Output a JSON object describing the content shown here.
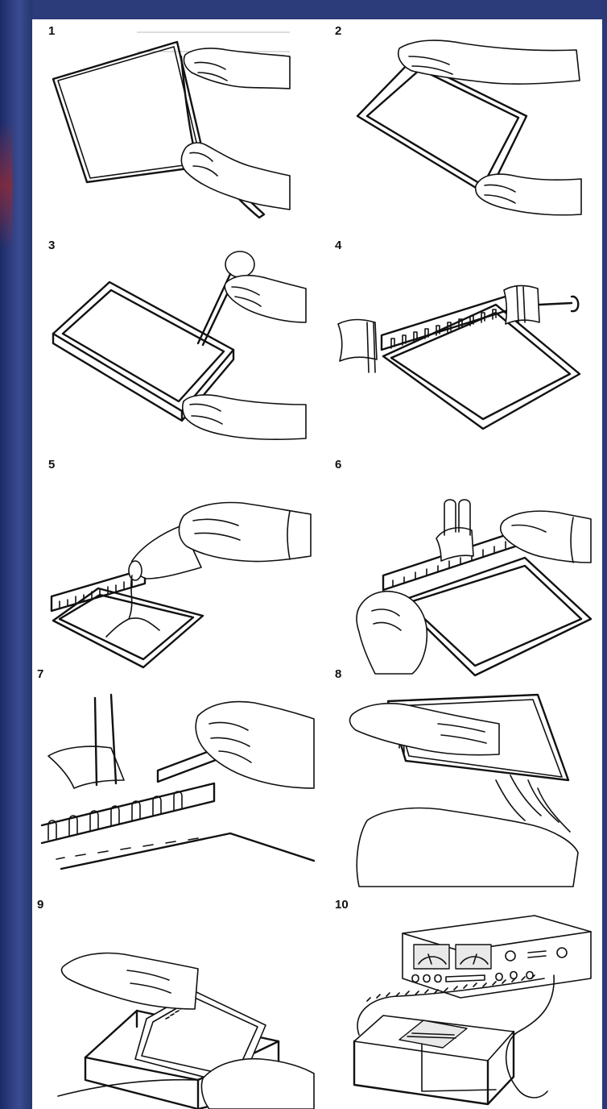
{
  "panels": [
    {
      "number": "1"
    },
    {
      "number": "2"
    },
    {
      "number": "3"
    },
    {
      "number": "4"
    },
    {
      "number": "5"
    },
    {
      "number": "6"
    },
    {
      "number": "7"
    },
    {
      "number": "8"
    },
    {
      "number": "9"
    },
    {
      "number": "10"
    }
  ]
}
